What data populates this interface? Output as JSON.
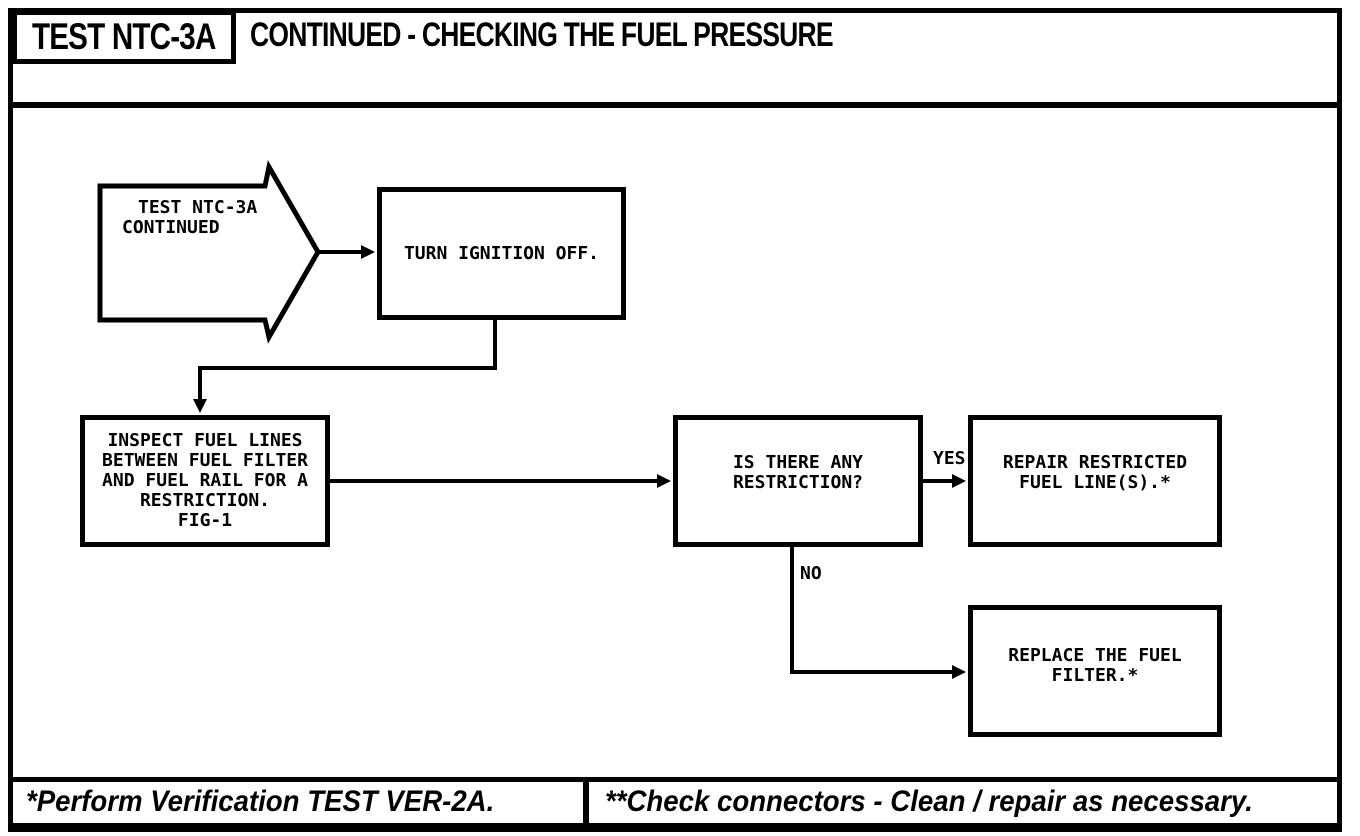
{
  "header": {
    "test_label": "TEST NTC-3A",
    "title": "CONTINUED - CHECKING THE FUEL PRESSURE"
  },
  "flowchart": {
    "entry_flag": {
      "line1": "TEST NTC-3A",
      "line2": "CONTINUED"
    },
    "turn_ignition": {
      "line1": "TURN IGNITION OFF."
    },
    "inspect": {
      "line1": "INSPECT FUEL LINES",
      "line2": "BETWEEN FUEL FILTER",
      "line3": "AND FUEL RAIL FOR A",
      "line4": "RESTRICTION.",
      "line5": "FIG-1"
    },
    "question": {
      "line1": "IS THERE ANY",
      "line2": "RESTRICTION?"
    },
    "repair": {
      "line1": "REPAIR RESTRICTED",
      "line2": "FUEL LINE(S).*"
    },
    "replace": {
      "line1": "REPLACE THE FUEL",
      "line2": "FILTER.*"
    },
    "yes_label": "YES",
    "no_label": "NO"
  },
  "footer": {
    "left_note": "*Perform Verification TEST VER-2A.",
    "right_note": "**Check connectors - Clean / repair as necessary."
  },
  "colors": {
    "ink": "#000000",
    "paper": "#ffffff"
  }
}
